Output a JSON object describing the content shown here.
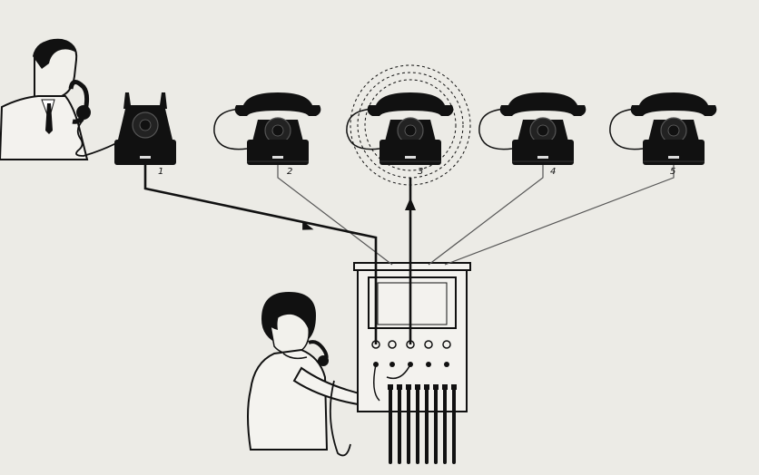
{
  "diagram": {
    "colors": {
      "paper": "#ecebe6",
      "ink": "#111111",
      "line": "#555555"
    },
    "telephones": [
      {
        "label": "1",
        "handset": "lifted",
        "connected": true,
        "ringing": false
      },
      {
        "label": "2",
        "handset": "on-hook",
        "connected": false,
        "ringing": false
      },
      {
        "label": "3",
        "handset": "on-hook",
        "connected": true,
        "ringing": true
      },
      {
        "label": "4",
        "handset": "on-hook",
        "connected": false,
        "ringing": false
      },
      {
        "label": "5",
        "handset": "on-hook",
        "connected": false,
        "ringing": false
      }
    ],
    "caller": "man-speaking-on-telephone-1",
    "operator": "woman-operator-at-switchboard",
    "call_route": {
      "from": "1",
      "to": "3",
      "via": "switchboard"
    }
  }
}
